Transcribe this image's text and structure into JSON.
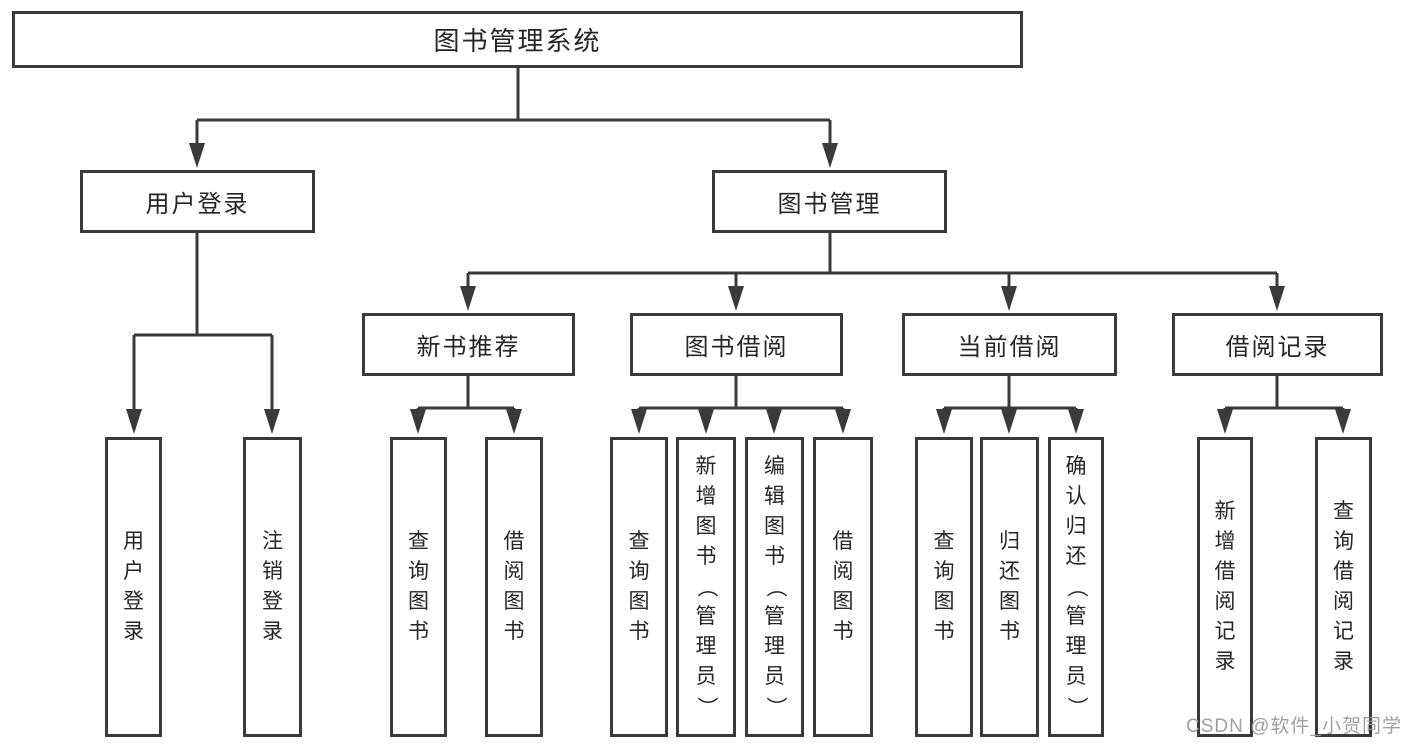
{
  "tree": {
    "root": {
      "label": "图书管理系统"
    },
    "branches": [
      {
        "label": "用户登录",
        "children": [
          {
            "label": "用户登录"
          },
          {
            "label": "注销登录"
          }
        ]
      },
      {
        "label": "图书管理",
        "children": [
          {
            "label": "新书推荐",
            "children": [
              {
                "label": "查询图书"
              },
              {
                "label": "借阅图书"
              }
            ]
          },
          {
            "label": "图书借阅",
            "children": [
              {
                "label": "查询图书"
              },
              {
                "label": "新增图书（管理员）"
              },
              {
                "label": "编辑图书（管理员）"
              },
              {
                "label": "借阅图书"
              }
            ]
          },
          {
            "label": "当前借阅",
            "children": [
              {
                "label": "查询图书"
              },
              {
                "label": "归还图书"
              },
              {
                "label": "确认归还（管理员）"
              }
            ]
          },
          {
            "label": "借阅记录",
            "children": [
              {
                "label": "新增借阅记录"
              },
              {
                "label": "查询借阅记录"
              }
            ]
          }
        ]
      }
    ]
  },
  "watermark": {
    "text": "CSDN @软件_小贺同学"
  },
  "colors": {
    "line": "#3a3a3a",
    "text": "#262626",
    "background": "#ffffff",
    "watermark": "#989898"
  }
}
